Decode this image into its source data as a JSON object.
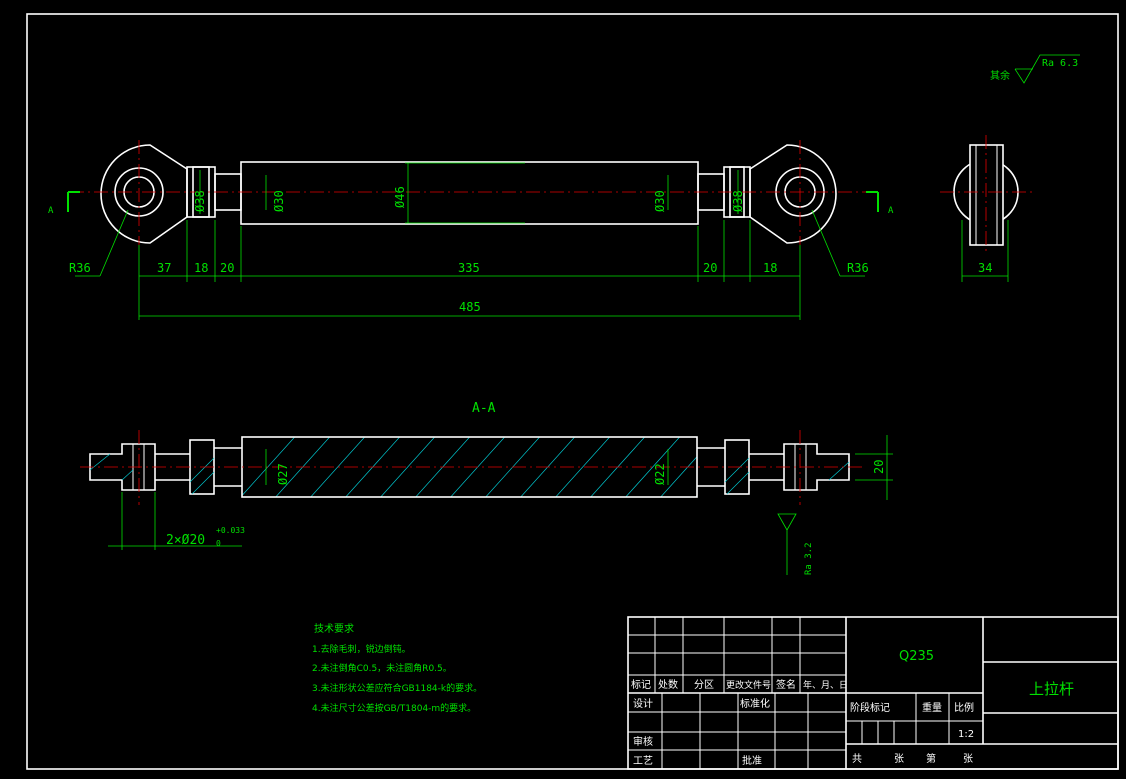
{
  "drawing": {
    "roughness_rest_label": "其余",
    "roughness_rest_value": "Ra 6.3",
    "roughness_bore_value": "Ra 3.2",
    "section_marker": "A",
    "section_title": "A-A",
    "dims_top": {
      "r_left": "R36",
      "r_right": "R36",
      "d37": "37",
      "d18a": "18",
      "d20a": "20",
      "d335": "335",
      "d20b": "20",
      "d18b": "18",
      "d485": "485",
      "phi38a": "Ø38",
      "phi30a": "Ø30",
      "phi46": "Ø46",
      "phi30b": "Ø30",
      "phi38b": "Ø38"
    },
    "dims_side": {
      "w34": "34"
    },
    "dims_section": {
      "phi27": "Ø27",
      "phi22": "Ø22",
      "d20": "20",
      "hole": "2×Ø20",
      "tol_upper": "+0.033",
      "tol_lower": "0"
    },
    "tech_req": {
      "title": "技术要求",
      "items": [
        "1.去除毛刺，锐边倒钝。",
        "2.未注倒角C0.5，未注圆角R0.5。",
        "3.未注形状公差应符合GB1184-k的要求。",
        "4.未注尺寸公差按GB/T1804-m的要求。"
      ]
    }
  },
  "title_block": {
    "material": "Q235",
    "part_name": "上拉杆",
    "rev_headers": [
      "标记",
      "处数",
      "分区",
      "更改文件号",
      "签名",
      "年、月、日"
    ],
    "design": "设计",
    "standardize": "标准化",
    "review": "审核",
    "process": "工艺",
    "approve": "批准",
    "stage_mark": "阶段标记",
    "weight": "重量",
    "scale": "比例",
    "scale_value": "1:2",
    "total": "共",
    "sheets": "张",
    "page": "第",
    "sheet": "张"
  }
}
